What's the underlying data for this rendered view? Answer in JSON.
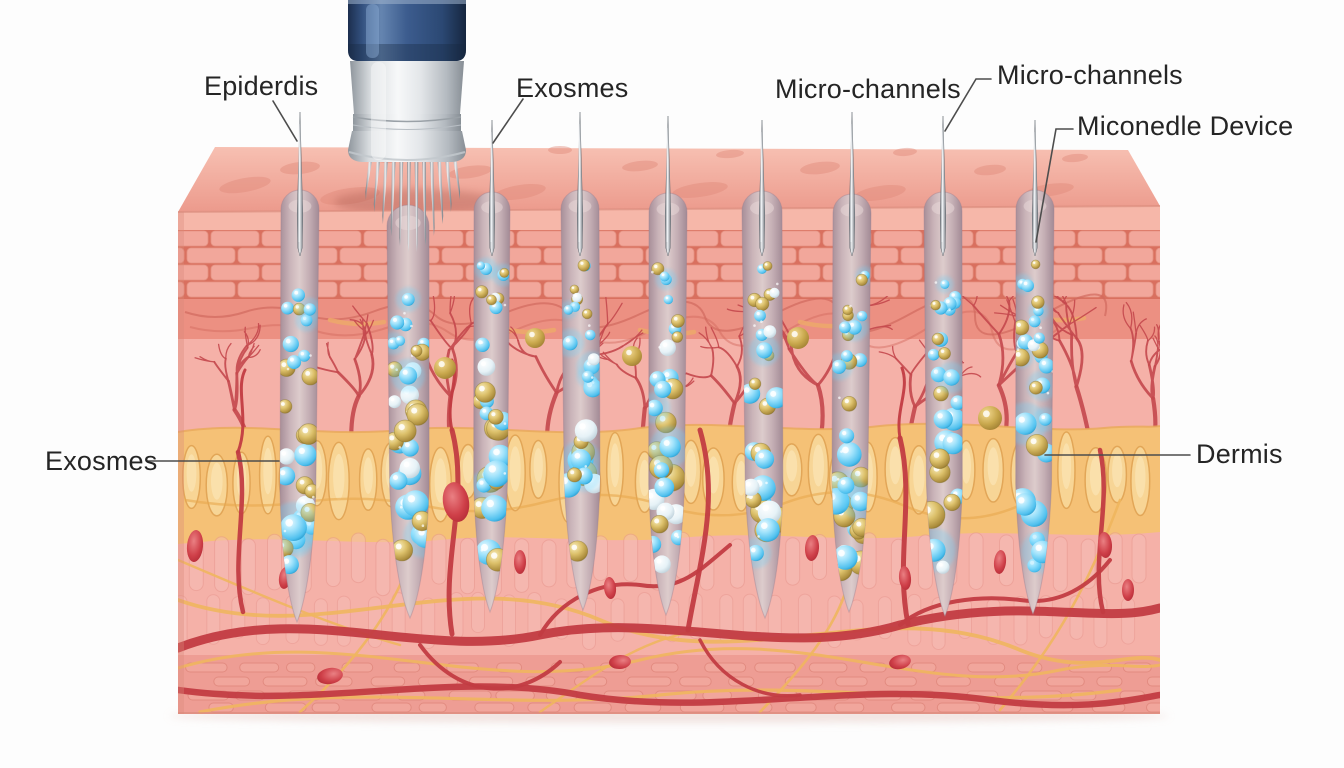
{
  "labels": {
    "epidermis": "Epiderdis",
    "exosomes_top": "Exosmes",
    "micro_channels_a": "Micro-channels",
    "micro_channels_b": "Micro-channels",
    "microneedle_device": "Miconedle Device",
    "exosomes_left": "Exosmes",
    "dermis": "Dermis"
  },
  "illustration": {
    "subject_counts": {
      "micro_channels": 9,
      "device_needles": 12
    },
    "colors": {
      "skin_brick": "#f2a79b",
      "mortar": "#d9705f",
      "top_face_front": "#ec9a8c",
      "top_face_back": "#f7c0b2",
      "dermis_bg": "#f5b1a8",
      "fat_band": "#f5c176",
      "vessel_red": "#c4484d",
      "fiber_yellow": "#efb65e",
      "channel_fill": "#cdb7bb",
      "exosome_blue": "#4fc0ee",
      "exosome_gold": "#c8a74c",
      "device_cap_blue": "#3c5c8e",
      "device_metal": "#e3e6e9",
      "leader_line": "#4d4d4d"
    }
  }
}
